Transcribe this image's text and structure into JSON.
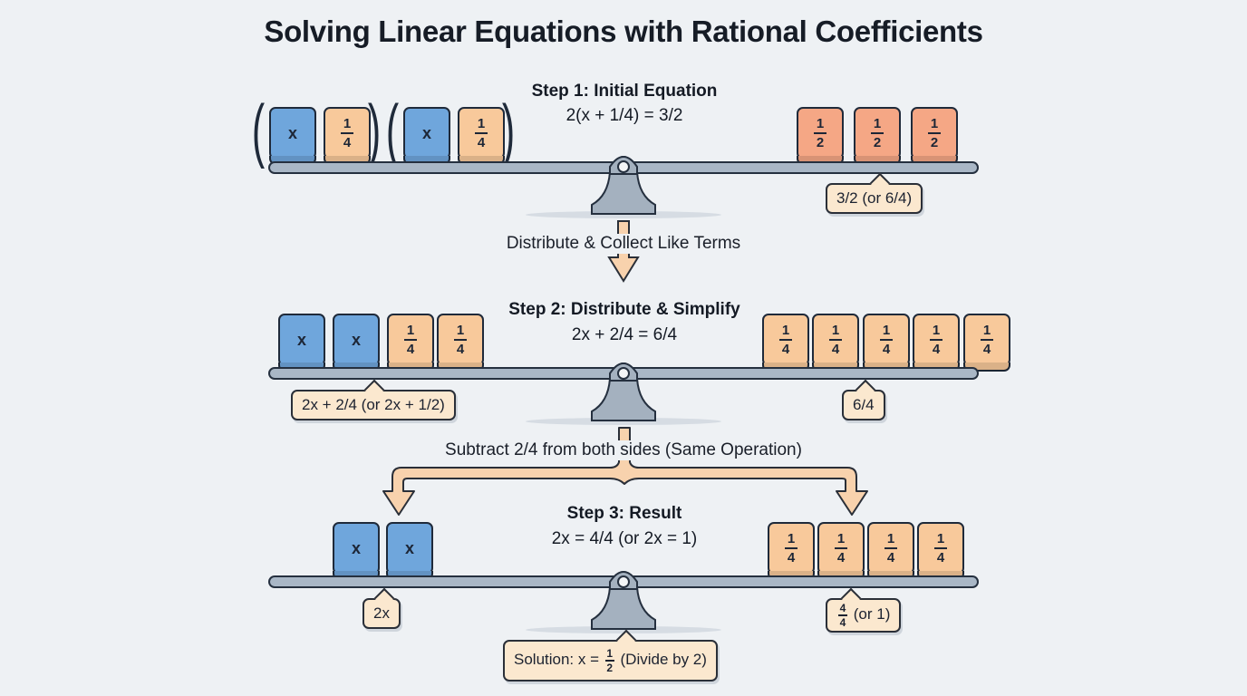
{
  "title": "Solving Linear Equations with Rational Coefficients",
  "colors": {
    "background": "#eef1f4",
    "x_tile": "#6fa6dc",
    "quarter_tile": "#f8c99b",
    "half_tile": "#f5a785",
    "beam": "#a9b7c6",
    "callout": "#fbe8cf",
    "arrow": "#f8d2ad"
  },
  "steps": [
    {
      "title": "Step 1: Initial Equation",
      "equation": "2(x + 1/4) = 3/2",
      "left_tiles": [
        {
          "group": 1,
          "tiles": [
            {
              "type": "x",
              "label": "x"
            },
            {
              "type": "fraction",
              "num": "1",
              "den": "4"
            }
          ]
        },
        {
          "group": 2,
          "tiles": [
            {
              "type": "x",
              "label": "x"
            },
            {
              "type": "fraction",
              "num": "1",
              "den": "4"
            }
          ]
        }
      ],
      "right_tiles": [
        {
          "type": "fraction",
          "num": "1",
          "den": "2"
        },
        {
          "type": "fraction",
          "num": "1",
          "den": "2"
        },
        {
          "type": "fraction",
          "num": "1",
          "den": "2"
        }
      ],
      "right_callout": "3/2 (or 6/4)"
    },
    {
      "transition": "Distribute & Collect Like Terms"
    },
    {
      "title": "Step 2: Distribute & Simplify",
      "equation": "2x + 2/4 = 6/4",
      "left_tiles": [
        {
          "type": "x",
          "label": "x"
        },
        {
          "type": "x",
          "label": "x"
        },
        {
          "type": "fraction",
          "num": "1",
          "den": "4"
        },
        {
          "type": "fraction",
          "num": "1",
          "den": "4"
        }
      ],
      "right_tiles": [
        {
          "type": "fraction",
          "num": "1",
          "den": "4"
        },
        {
          "type": "fraction",
          "num": "1",
          "den": "4"
        },
        {
          "type": "fraction",
          "num": "1",
          "den": "4"
        },
        {
          "type": "fraction",
          "num": "1",
          "den": "4"
        },
        {
          "type": "fraction",
          "num": "1",
          "den": "4"
        }
      ],
      "left_callout": "2x + 2/4 (or 2x + 1/2)",
      "right_callout": "6/4"
    },
    {
      "transition": "Subtract 2/4 from both sides (Same Operation)"
    },
    {
      "title": "Step 3: Result",
      "equation": "2x = 4/4 (or 2x = 1)",
      "left_tiles": [
        {
          "type": "x",
          "label": "x"
        },
        {
          "type": "x",
          "label": "x"
        }
      ],
      "right_tiles": [
        {
          "type": "fraction",
          "num": "1",
          "den": "4"
        },
        {
          "type": "fraction",
          "num": "1",
          "den": "4"
        },
        {
          "type": "fraction",
          "num": "1",
          "den": "4"
        },
        {
          "type": "fraction",
          "num": "1",
          "den": "4"
        }
      ],
      "left_callout": "2x",
      "right_callout": {
        "num": "4",
        "den": "4",
        "suffix": "(or 1)"
      },
      "solution": {
        "prefix": "Solution: x =",
        "num": "1",
        "den": "2",
        "suffix": "(Divide by 2)"
      }
    }
  ]
}
